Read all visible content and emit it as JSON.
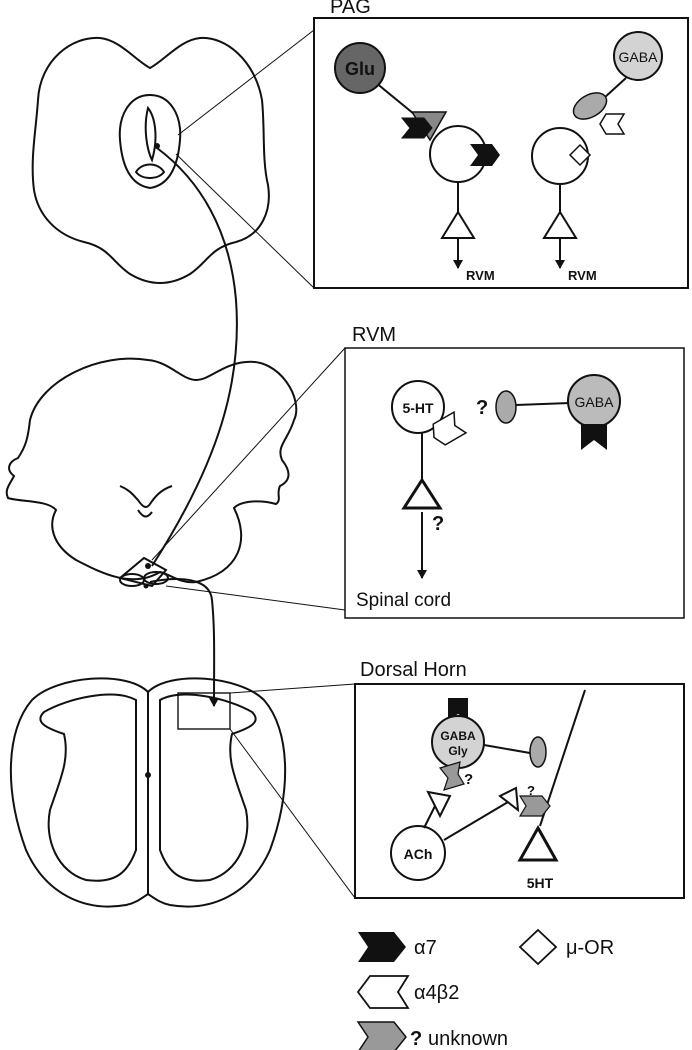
{
  "panels": {
    "pag": {
      "title": "PAG",
      "glu_label": "Glu",
      "gaba_label": "GABA",
      "rvm_arrow_label_left": "RVM",
      "rvm_arrow_label_right": "RVM"
    },
    "rvm": {
      "title": "RVM",
      "serotonin_label": "5-HT",
      "gaba_label": "GABA",
      "question_near_cell": "?",
      "question_below_terminal": "?",
      "spinal_cord_label": "Spinal cord"
    },
    "dorsal_horn": {
      "title": "Dorsal Horn",
      "gaba_gly_line1": "GABA",
      "gaba_gly_line2": "Gly",
      "ach_label": "ACh",
      "ht_label": "5HT",
      "question_gaba": "?",
      "question_axon": "?"
    }
  },
  "legend": {
    "alpha7": "α7",
    "mu_or": "μ-OR",
    "alpha4beta2": "α4β2",
    "unknown_question": "?",
    "unknown": "unknown"
  },
  "colors": {
    "glu_fill": "#666666",
    "gaba_fill": "#d3d3d3",
    "alpha7_receptor": "#111111",
    "unknown_receptor": "#aaaaaa",
    "outline": "#111111"
  }
}
